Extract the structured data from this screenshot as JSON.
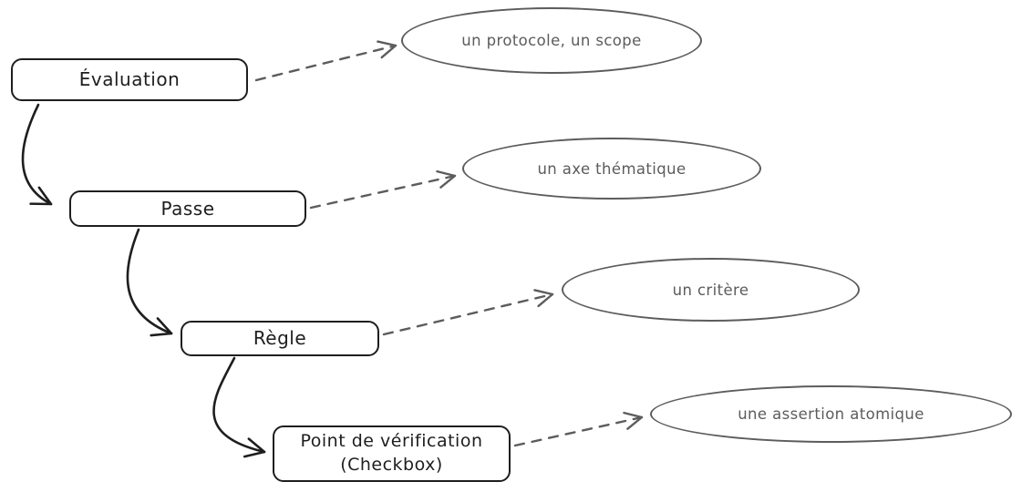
{
  "diagram": {
    "type": "hierarchy-diagram",
    "colors": {
      "background": "#ffffff",
      "node_stroke": "#1e1e1e",
      "node_text": "#1e1e1e",
      "annotation_stroke": "#5c5c5c",
      "annotation_text": "#5c5c5c"
    },
    "nodes": [
      {
        "id": "evaluation",
        "label": "Évaluation",
        "annotation": "un protocole, un scope"
      },
      {
        "id": "passe",
        "label": "Passe",
        "annotation": "un axe thématique"
      },
      {
        "id": "regle",
        "label": "Règle",
        "annotation": "un critère"
      },
      {
        "id": "point-de-verification",
        "label_lines": [
          "Point de vérification",
          "(Checkbox)"
        ],
        "annotation": "une assertion atomique"
      }
    ]
  }
}
